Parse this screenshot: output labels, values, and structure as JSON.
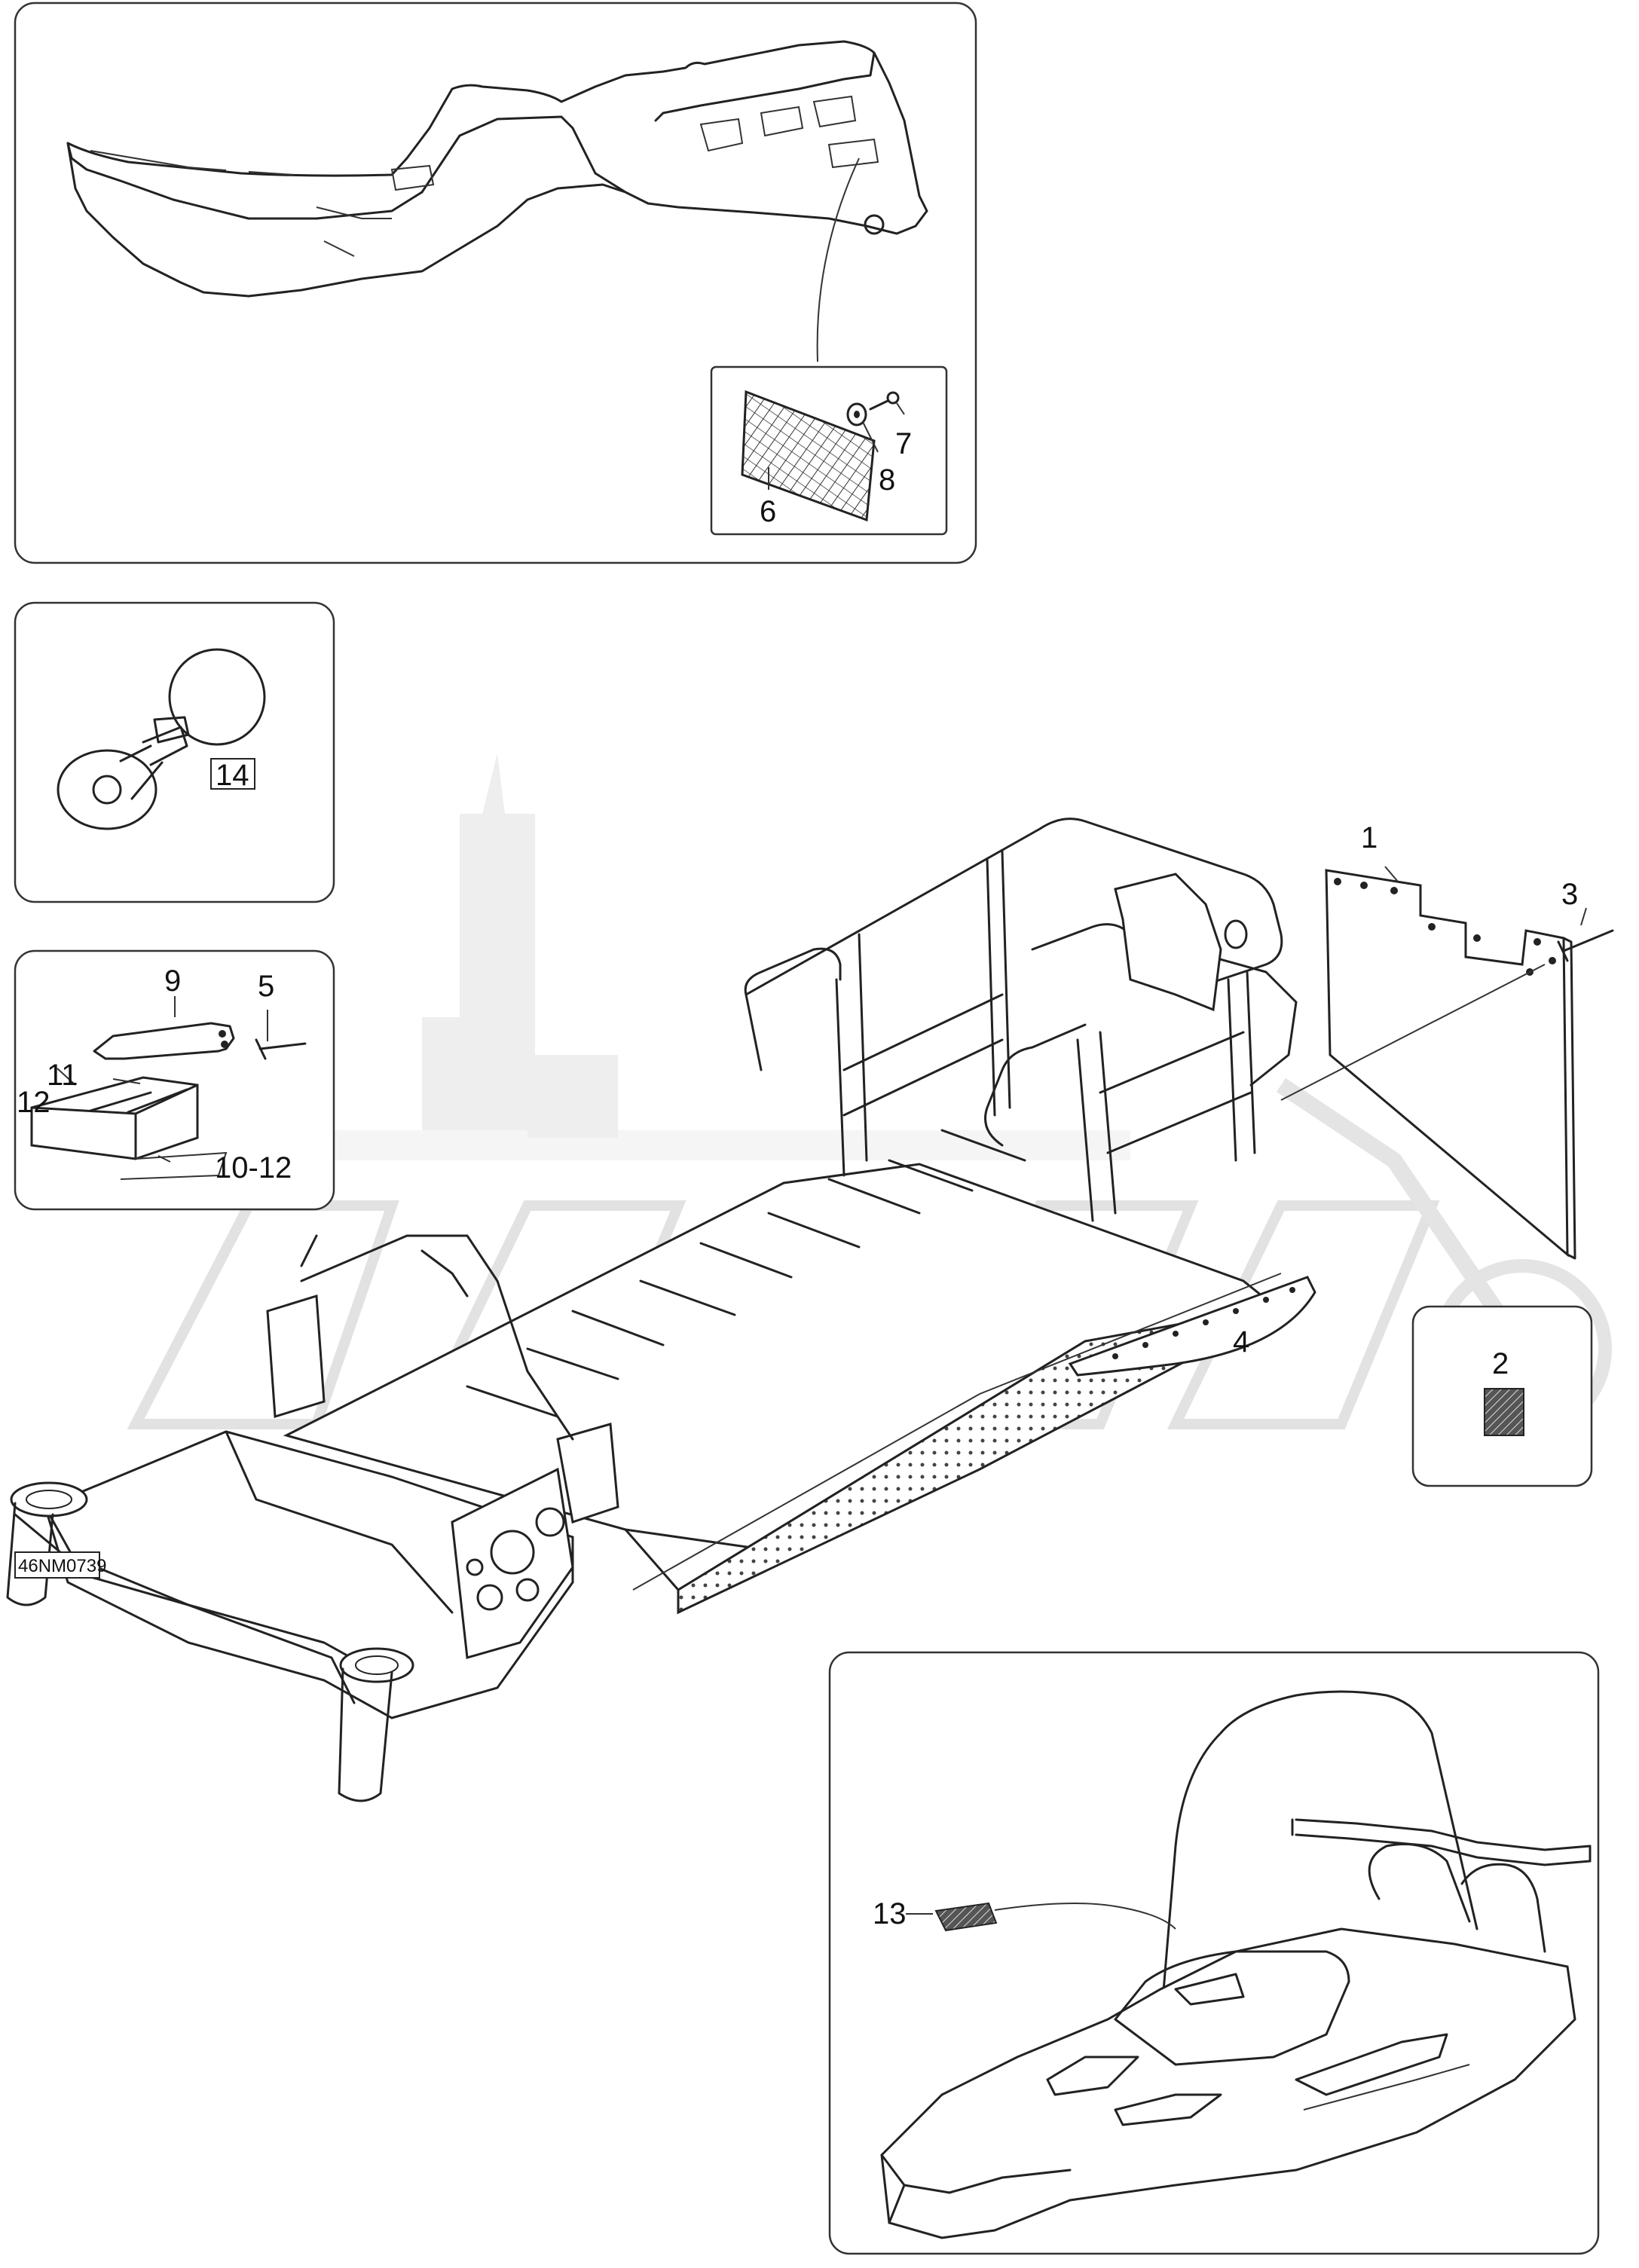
{
  "diagram_code": "46NM0739",
  "callouts": {
    "c1": "1",
    "c2": "2",
    "c3": "3",
    "c4": "4",
    "c5": "5",
    "c6": "6",
    "c7": "7",
    "c8": "8",
    "c9": "9",
    "c10_12": "10-12",
    "c11": "11",
    "c12": "12",
    "c13": "13",
    "c14": "14"
  },
  "watermark_icon": "motorcycle-city-watermark"
}
